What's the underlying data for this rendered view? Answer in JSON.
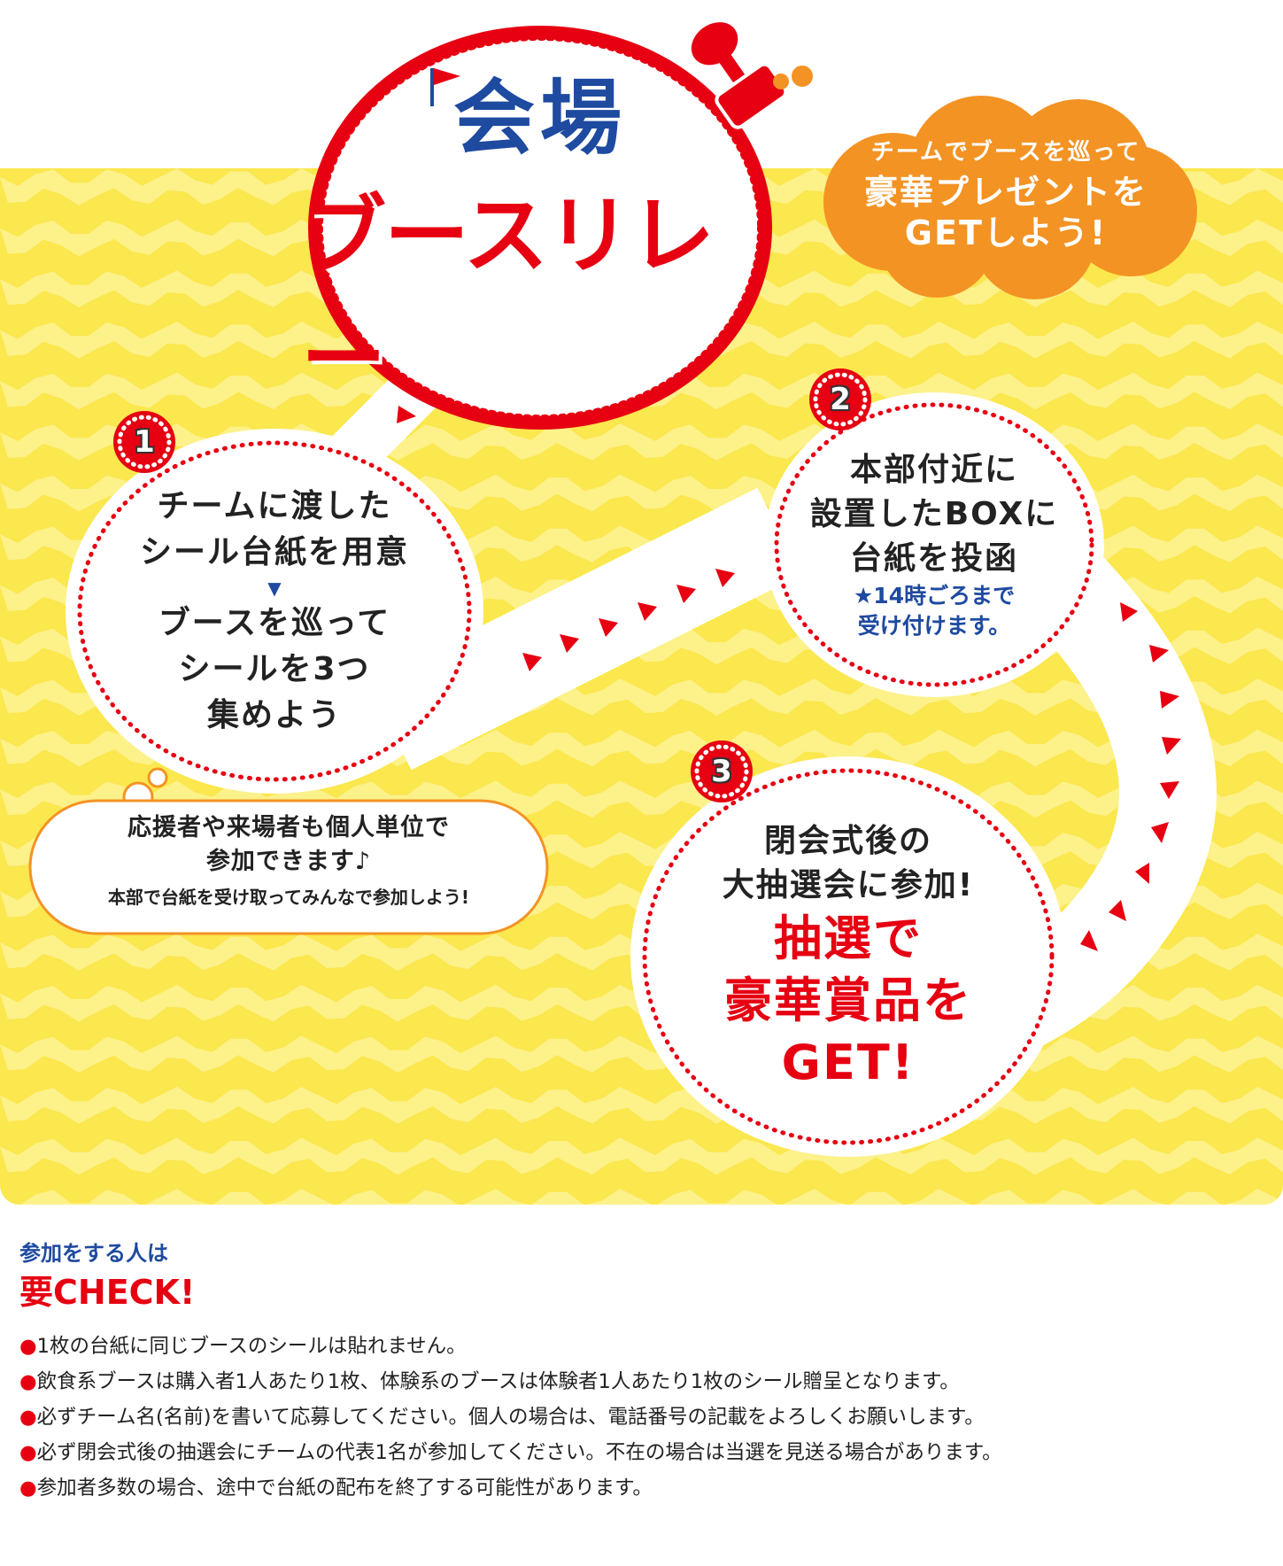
{
  "title": {
    "line1": "会場",
    "line2": "ブースリレー"
  },
  "promo": {
    "line1": "チームでブースを巡って",
    "line2": "豪華プレゼントを",
    "line3": "GETしよう!"
  },
  "steps": [
    {
      "number": "1",
      "lines": [
        "チームに渡した",
        "シール台紙を用意"
      ],
      "arrow": "▼",
      "lines_after": [
        "ブースを巡って",
        "シールを3つ",
        "集めよう"
      ]
    },
    {
      "number": "2",
      "lines": [
        "本部付近に",
        "設置したBOXに",
        "台紙を投函"
      ],
      "note": [
        "★14時ごろまで",
        "受け付けます。"
      ]
    },
    {
      "number": "3",
      "lines": [
        "閉会式後の",
        "大抽選会に参加!"
      ],
      "highlight": [
        "抽選で",
        "豪華賞品を",
        "GET!"
      ]
    }
  ],
  "bubble": {
    "line1": "応援者や来場者も個人単位で",
    "line2": "参加できます♪",
    "line3": "本部で台紙を受け取ってみんなで参加しよう!"
  },
  "notes_section": {
    "heading_small": "参加をする人は",
    "heading_big": "要CHECK!",
    "bullet": "●",
    "items": [
      "1枚の台紙に同じブースのシールは貼れません。",
      "飲食系ブースは購入者1人あたり1枚、体験系のブースは体験者1人あたり1枚のシール贈呈となります。",
      "必ずチーム名(名前)を書いて応募してください。個人の場合は、電話番号の記載をよろしくお願いします。",
      "必ず閉会式後の抽選会にチームの代表1名が参加してください。不在の場合は当選を見送る場合があります。",
      "参加者多数の場合、途中で台紙の配布を終了する可能性があります。"
    ]
  },
  "colors": {
    "red": "#e60012",
    "blue": "#1e4aa0",
    "orange": "#f39324",
    "yellow": "#fbe74e",
    "light_yellow": "#fdf18a"
  }
}
